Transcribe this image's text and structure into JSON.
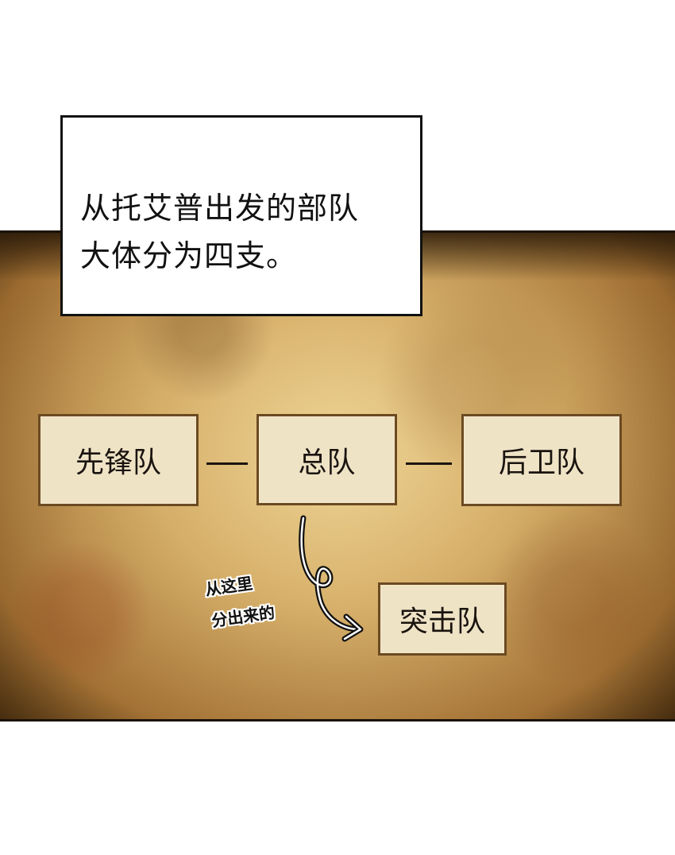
{
  "narration": {
    "line1": "从托艾普出发的部队",
    "line2": "大体分为四支。"
  },
  "units": {
    "vanguard": "先锋队",
    "main": "总队",
    "rearguard": "后卫队",
    "assault": "突击队"
  },
  "annotation": {
    "line1": "从这里",
    "line2": "分出来的"
  },
  "colors": {
    "box_fill": "#efe3c6",
    "box_border": "#6b4a22",
    "ink": "#1a1410"
  }
}
